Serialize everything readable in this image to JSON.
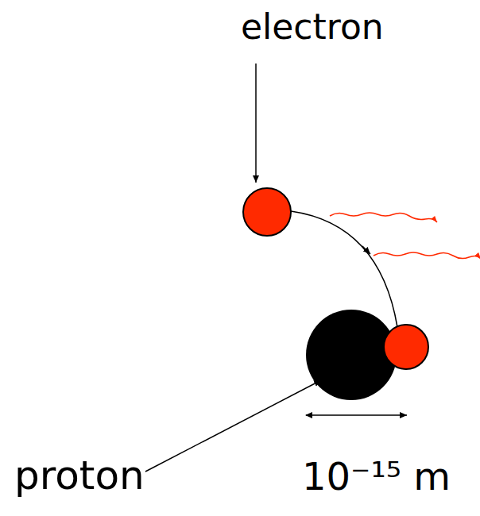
{
  "diagram": {
    "labels": [
      "electron",
      "proton",
      "10⁻¹⁵ m"
    ]
  }
}
